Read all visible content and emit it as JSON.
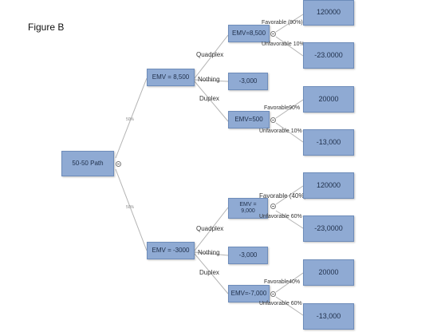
{
  "title": "Figure B",
  "root": {
    "label": "50-50 Path"
  },
  "branch_probs": {
    "upper": "50%",
    "lower": "50%"
  },
  "upper": {
    "emv": "EMV = 8,500",
    "quadplex_label": "Quadplex",
    "nothing_label": "Nothing",
    "duplex_label": "Duplex",
    "quadplex_emv": "EMV=8,500",
    "nothing_value": "-3,000",
    "duplex_emv": "EMV=500",
    "q_favorable": "Favorable (90%)",
    "q_unfavorable": "Unfavorable 10%",
    "q_fav_value": "120000",
    "q_unfav_value": "-23.0000",
    "d_favorable": "Favorable90%",
    "d_unfavorable": "Unfavorable 10%",
    "d_fav_value": "20000",
    "d_unfav_value": "-13,000"
  },
  "lower": {
    "emv": "EMV = -3000",
    "quadplex_label": "Quadplex",
    "nothing_label": "Nothing",
    "duplex_label": "Duplex",
    "quadplex_emv": "EMV = 9,000",
    "nothing_value": "-3,000",
    "duplex_emv": "EMV=-7,000",
    "q_favorable": "Favorable (40%)",
    "q_unfavorable": "Unfavorable 60%",
    "q_fav_value": "120000",
    "q_unfav_value": "-23,0000",
    "d_favorable": "Favorable40%",
    "d_unfavorable": "Unfavorable 60%",
    "d_fav_value": "20000",
    "d_unfav_value": "-13,000"
  }
}
